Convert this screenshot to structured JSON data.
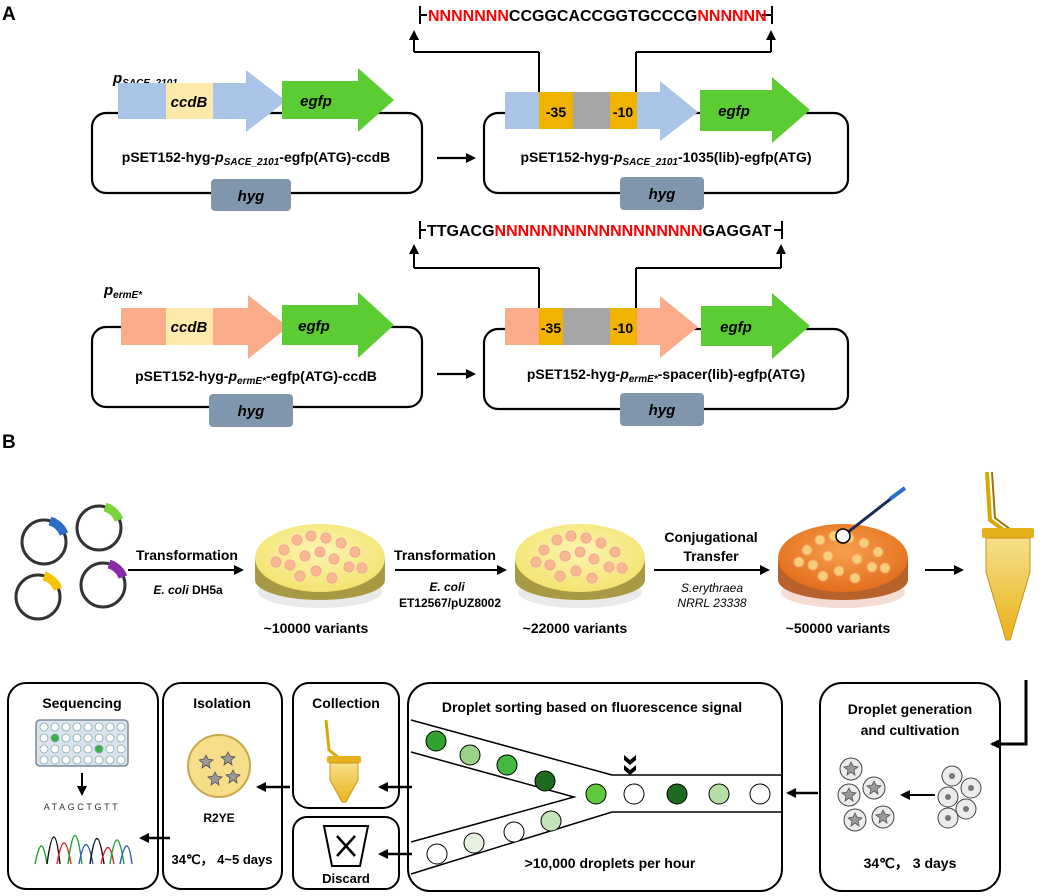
{
  "panel_a": {
    "label": "A",
    "seq1": {
      "n1": "NNNNNNN",
      "mid": "CCGGCACCGGTGCCCG",
      "n2": "NNNNNN"
    },
    "seq2": {
      "pre": "TTGACG",
      "n": "NNNNNNNNNNNNNNNNNN",
      "post": "GAGGAT"
    },
    "promoter1": {
      "p": "p",
      "sub": "SACE_2101"
    },
    "promoter2": {
      "p": "p",
      "sub": "ermE*"
    },
    "gene_ccdb": "ccdB",
    "gene_egfp": "egfp",
    "gene_hyg": "hyg",
    "box_35": "-35",
    "box_10": "-10",
    "plasmid1": {
      "pre": "pSET152-hyg-",
      "p": "p",
      "sub": "SACE_2101",
      "post": "-egfp(ATG)-ccdB"
    },
    "plasmid2": {
      "pre": "pSET152-hyg-",
      "p": "p",
      "sub": "SACE_2101",
      "post": "-1035(lib)-egfp(ATG)"
    },
    "plasmid3": {
      "pre": "pSET152-hyg-",
      "p": "p",
      "sub": "ermE*",
      "post": "-egfp(ATG)-ccdB"
    },
    "plasmid4": {
      "pre": "pSET152-hyg-",
      "p": "p",
      "sub": "ermE*",
      "post": "-spacer(lib)-egfp(ATG)"
    }
  },
  "panel_b": {
    "label": "B",
    "step1": {
      "top": "Transformation",
      "bottom_it": "E. coli",
      "bottom": " DH5a"
    },
    "step2": {
      "top": "Transformation",
      "bottom_it": "E. coli",
      "bottom2": "ET12567/pUZ8002"
    },
    "step3": {
      "top1": "Conjugational",
      "top2": "Transfer",
      "bottom1": "S.erythraea",
      "bottom2": "NRRL 23338"
    },
    "variants": [
      "~10000 variants",
      "~22000 variants",
      "~50000 variants"
    ],
    "droplet_gen": {
      "title1": "Droplet generation",
      "title2": "and cultivation",
      "cond": "34℃， 3 days"
    },
    "sorting": {
      "title": "Droplet sorting based on fluorescence signal",
      "rate": ">10,000 droplets per hour"
    },
    "collection": "Collection",
    "discard": "Discard",
    "isolation": {
      "title": "Isolation",
      "medium": "R2YE",
      "cond": "34℃， 4~5 days"
    },
    "sequencing": {
      "title": "Sequencing",
      "read": "ATAGCTGTT"
    },
    "colors": {
      "red": "#ff0000",
      "blue_seg": "#a9c4e6",
      "ccdb": "#fde9a9",
      "salmon": "#f9ab8a",
      "green": "#5ccc33",
      "hyg": "#7f96ad",
      "orange": "#f0b400",
      "gray": "#a6a6a6"
    }
  }
}
